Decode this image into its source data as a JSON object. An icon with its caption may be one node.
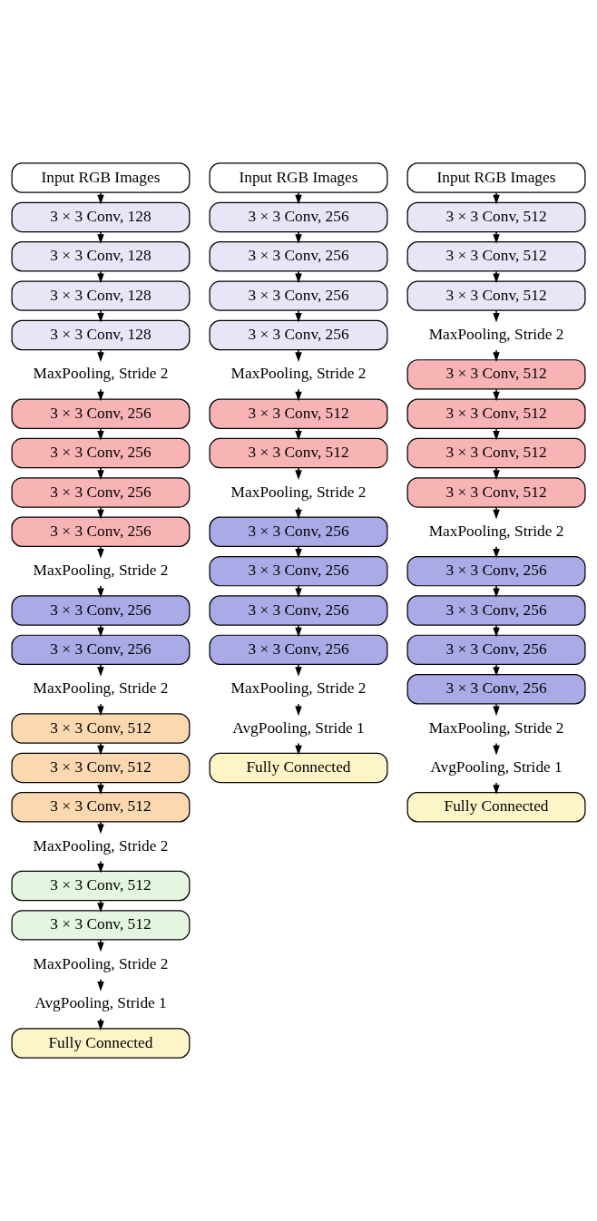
{
  "diagram": {
    "nodes": [
      {
        "text": [
          "Input RGB Images"
        ]
      },
      {
        "text": [
          "3 × 3 Conv, 128"
        ]
      },
      {
        "text": [
          "3 × 3 Conv, 128"
        ]
      },
      {
        "text": [
          "3 × 3 Conv, 128"
        ]
      },
      {
        "text": [
          "3 × 3 Conv, 128"
        ]
      },
      {
        "text": [
          "MaxPooling, Stride 2"
        ]
      },
      {
        "text": [
          "3 × 3 Conv, 256"
        ]
      },
      {
        "text": [
          "3 × 3 Conv, 256"
        ]
      },
      {
        "text": [
          "3 × 3 Conv, 256"
        ]
      },
      {
        "text": [
          "3 × 3 Conv, 256"
        ]
      },
      {
        "text": [
          "MaxPooling, Stride 2"
        ]
      },
      {
        "text": [
          "3 × 3 Conv, 256"
        ]
      },
      {
        "text": [
          "3 × 3 Conv, 256"
        ]
      },
      {
        "text": [
          "MaxPooling, Stride 2"
        ]
      },
      {
        "text": [
          "3 × 3 Conv, 512"
        ]
      },
      {
        "text": [
          "3 × 3 Conv, 512"
        ]
      },
      {
        "text": [
          "3 × 3 Conv, 512"
        ]
      },
      {
        "text": [
          "MaxPooling, Stride 2"
        ]
      },
      {
        "text": [
          "3 × 3 Conv, 512"
        ]
      },
      {
        "text": [
          "3 × 3 Conv, 512"
        ]
      },
      {
        "text": [
          "MaxPooling, Stride 2"
        ]
      },
      {
        "text": [
          "AvgPooling, Stride 1"
        ]
      },
      {
        "text": [
          "Fully Connected"
        ]
      },
      {
        "text": [
          "Input RGB Images"
        ]
      },
      {
        "text": [
          "3 × 3 Conv, 256"
        ]
      },
      {
        "text": [
          "3 × 3 Conv, 256"
        ]
      },
      {
        "text": [
          "3 × 3 Conv, 256"
        ]
      },
      {
        "text": [
          "3 × 3 Conv, 256"
        ]
      },
      {
        "text": [
          "MaxPooling, Stride 2"
        ]
      },
      {
        "text": [
          "3 × 3 Conv, 512"
        ]
      },
      {
        "text": [
          "3 × 3 Conv, 512"
        ]
      },
      {
        "text": [
          "MaxPooling, Stride 2"
        ]
      },
      {
        "text": [
          "3 × 3 Conv, 256"
        ]
      },
      {
        "text": [
          "3 × 3 Conv, 256"
        ]
      },
      {
        "text": [
          "3 × 3 Conv, 256"
        ]
      },
      {
        "text": [
          "3 × 3 Conv, 256"
        ]
      },
      {
        "text": [
          "MaxPooling, Stride 2"
        ]
      },
      {
        "text": [
          "AvgPooling, Stride 1"
        ]
      },
      {
        "text": [
          "Fully Connected"
        ]
      },
      {
        "text": [
          "Input RGB Images"
        ]
      },
      {
        "text": [
          "3 × 3 Conv, 512"
        ]
      },
      {
        "text": [
          "3 × 3 Conv, 512"
        ]
      },
      {
        "text": [
          "3 × 3 Conv, 512"
        ]
      },
      {
        "text": [
          "MaxPooling, Stride 2"
        ]
      },
      {
        "text": [
          "3 × 3 Conv, 512"
        ]
      },
      {
        "text": [
          "3 × 3 Conv, 512"
        ]
      },
      {
        "text": [
          "3 × 3 Conv, 512"
        ]
      },
      {
        "text": [
          "3 × 3 Conv, 512"
        ]
      },
      {
        "text": [
          "MaxPooling, Stride 2"
        ]
      },
      {
        "text": [
          "3 × 3 Conv, 256"
        ]
      },
      {
        "text": [
          "3 × 3 Conv, 256"
        ]
      },
      {
        "text": [
          "3 × 3 Conv, 256"
        ]
      },
      {
        "text": [
          "3 × 3 Conv, 256"
        ]
      },
      {
        "text": [
          "MaxPooling, Stride 2"
        ]
      },
      {
        "text": [
          "AvgPooling, Stride 1"
        ]
      },
      {
        "text": [
          "Fully Connected"
        ]
      }
    ],
    "edges": [
      {
        "from": 0,
        "to": 1,
        "arrow": "to"
      },
      {
        "from": 1,
        "to": 2,
        "arrow": "to"
      },
      {
        "from": 2,
        "to": 3,
        "arrow": "to"
      },
      {
        "from": 3,
        "to": 4,
        "arrow": "to"
      },
      {
        "from": 4,
        "to": 5,
        "arrow": "to"
      },
      {
        "from": 5,
        "to": 6,
        "arrow": "to"
      },
      {
        "from": 6,
        "to": 7,
        "arrow": "to"
      },
      {
        "from": 7,
        "to": 8,
        "arrow": "to"
      },
      {
        "from": 8,
        "to": 9,
        "arrow": "to"
      },
      {
        "from": 9,
        "to": 10,
        "arrow": "to"
      },
      {
        "from": 10,
        "to": 11,
        "arrow": "to"
      },
      {
        "from": 11,
        "to": 12,
        "arrow": "to"
      },
      {
        "from": 12,
        "to": 13,
        "arrow": "to"
      },
      {
        "from": 13,
        "to": 14,
        "arrow": "to"
      },
      {
        "from": 14,
        "to": 15,
        "arrow": "to"
      },
      {
        "from": 15,
        "to": 16,
        "arrow": "to"
      },
      {
        "from": 16,
        "to": 17,
        "arrow": "to"
      },
      {
        "from": 17,
        "to": 18,
        "arrow": "to"
      },
      {
        "from": 18,
        "to": 19,
        "arrow": "to"
      },
      {
        "from": 19,
        "to": 20,
        "arrow": "to"
      },
      {
        "from": 20,
        "to": 21,
        "arrow": "to"
      },
      {
        "from": 21,
        "to": 22,
        "arrow": "to"
      },
      {
        "from": 23,
        "to": 24,
        "arrow": "to"
      },
      {
        "from": 24,
        "to": 25,
        "arrow": "to"
      },
      {
        "from": 25,
        "to": 26,
        "arrow": "to"
      },
      {
        "from": 26,
        "to": 27,
        "arrow": "to"
      },
      {
        "from": 27,
        "to": 28,
        "arrow": "to"
      },
      {
        "from": 28,
        "to": 29,
        "arrow": "to"
      },
      {
        "from": 29,
        "to": 30,
        "arrow": "to"
      },
      {
        "from": 30,
        "to": 31,
        "arrow": "to"
      },
      {
        "from": 31,
        "to": 32,
        "arrow": "to"
      },
      {
        "from": 32,
        "to": 33,
        "arrow": "to"
      },
      {
        "from": 33,
        "to": 34,
        "arrow": "to"
      },
      {
        "from": 34,
        "to": 35,
        "arrow": "to"
      },
      {
        "from": 35,
        "to": 36,
        "arrow": "to"
      },
      {
        "from": 36,
        "to": 37,
        "arrow": "to"
      },
      {
        "from": 37,
        "to": 38,
        "arrow": "to"
      },
      {
        "from": 39,
        "to": 40,
        "arrow": "to"
      },
      {
        "from": 40,
        "to": 41,
        "arrow": "to"
      },
      {
        "from": 41,
        "to": 42,
        "arrow": "to"
      },
      {
        "from": 42,
        "to": 43,
        "arrow": "to"
      },
      {
        "from": 43,
        "to": 44,
        "arrow": "to"
      },
      {
        "from": 44,
        "to": 45,
        "arrow": "to"
      },
      {
        "from": 45,
        "to": 46,
        "arrow": "to"
      },
      {
        "from": 46,
        "to": 47,
        "arrow": "to"
      },
      {
        "from": 47,
        "to": 48,
        "arrow": "to"
      },
      {
        "from": 48,
        "to": 49,
        "arrow": "to"
      },
      {
        "from": 49,
        "to": 50,
        "arrow": "to"
      },
      {
        "from": 50,
        "to": 51,
        "arrow": "to"
      },
      {
        "from": 51,
        "to": 52,
        "arrow": "to"
      },
      {
        "from": 52,
        "to": 53,
        "arrow": "to"
      },
      {
        "from": 53,
        "to": 54,
        "arrow": "to"
      },
      {
        "from": 54,
        "to": 55,
        "arrow": "to"
      }
    ]
  }
}
